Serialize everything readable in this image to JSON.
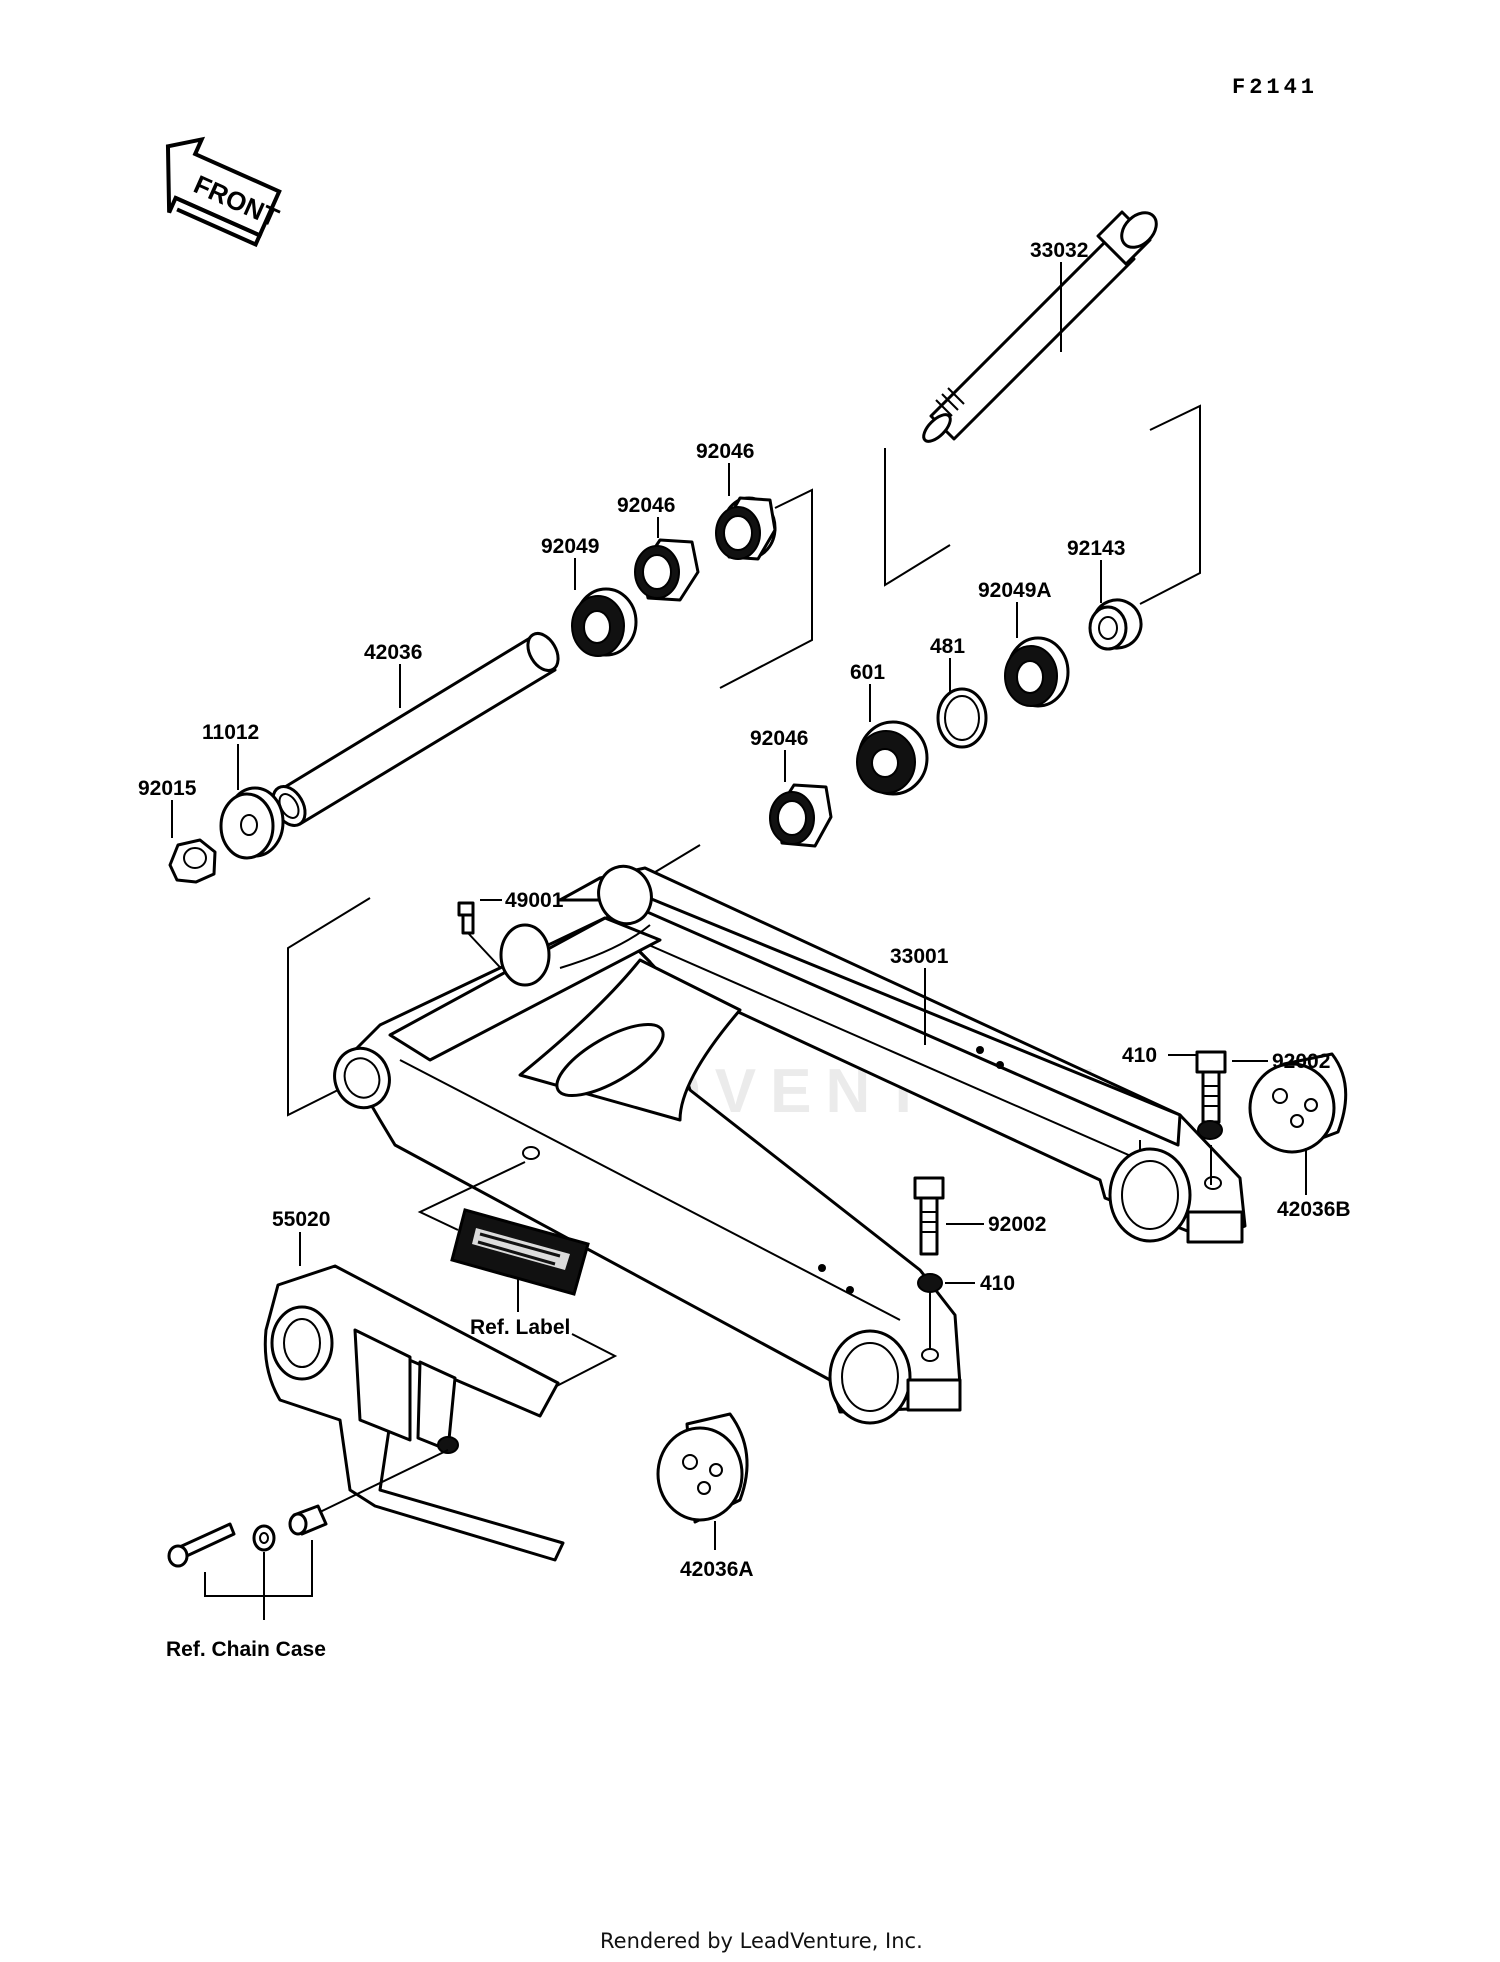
{
  "diagram_code": "F2141",
  "front_arrow_label": "FRONT",
  "watermark": "LEADVENTURE",
  "footer": "Rendered by LeadVenture, Inc.",
  "parts": {
    "p33032": "33032",
    "p92046a": "92046",
    "p92046b": "92046",
    "p92049": "92049",
    "p92143": "92143",
    "p92049A": "92049A",
    "p481": "481",
    "p601": "601",
    "p42036": "42036",
    "p11012": "11012",
    "p92015": "92015",
    "p92046c": "92046",
    "p49001": "49001",
    "p33001": "33001",
    "p92002a": "92002",
    "p410a": "410",
    "p42036B": "42036B",
    "p55020": "55020",
    "p92002b": "92002",
    "p410b": "410",
    "ref_label": "Ref. Label",
    "p42036A": "42036A",
    "ref_chain_case": "Ref. Chain Case"
  }
}
